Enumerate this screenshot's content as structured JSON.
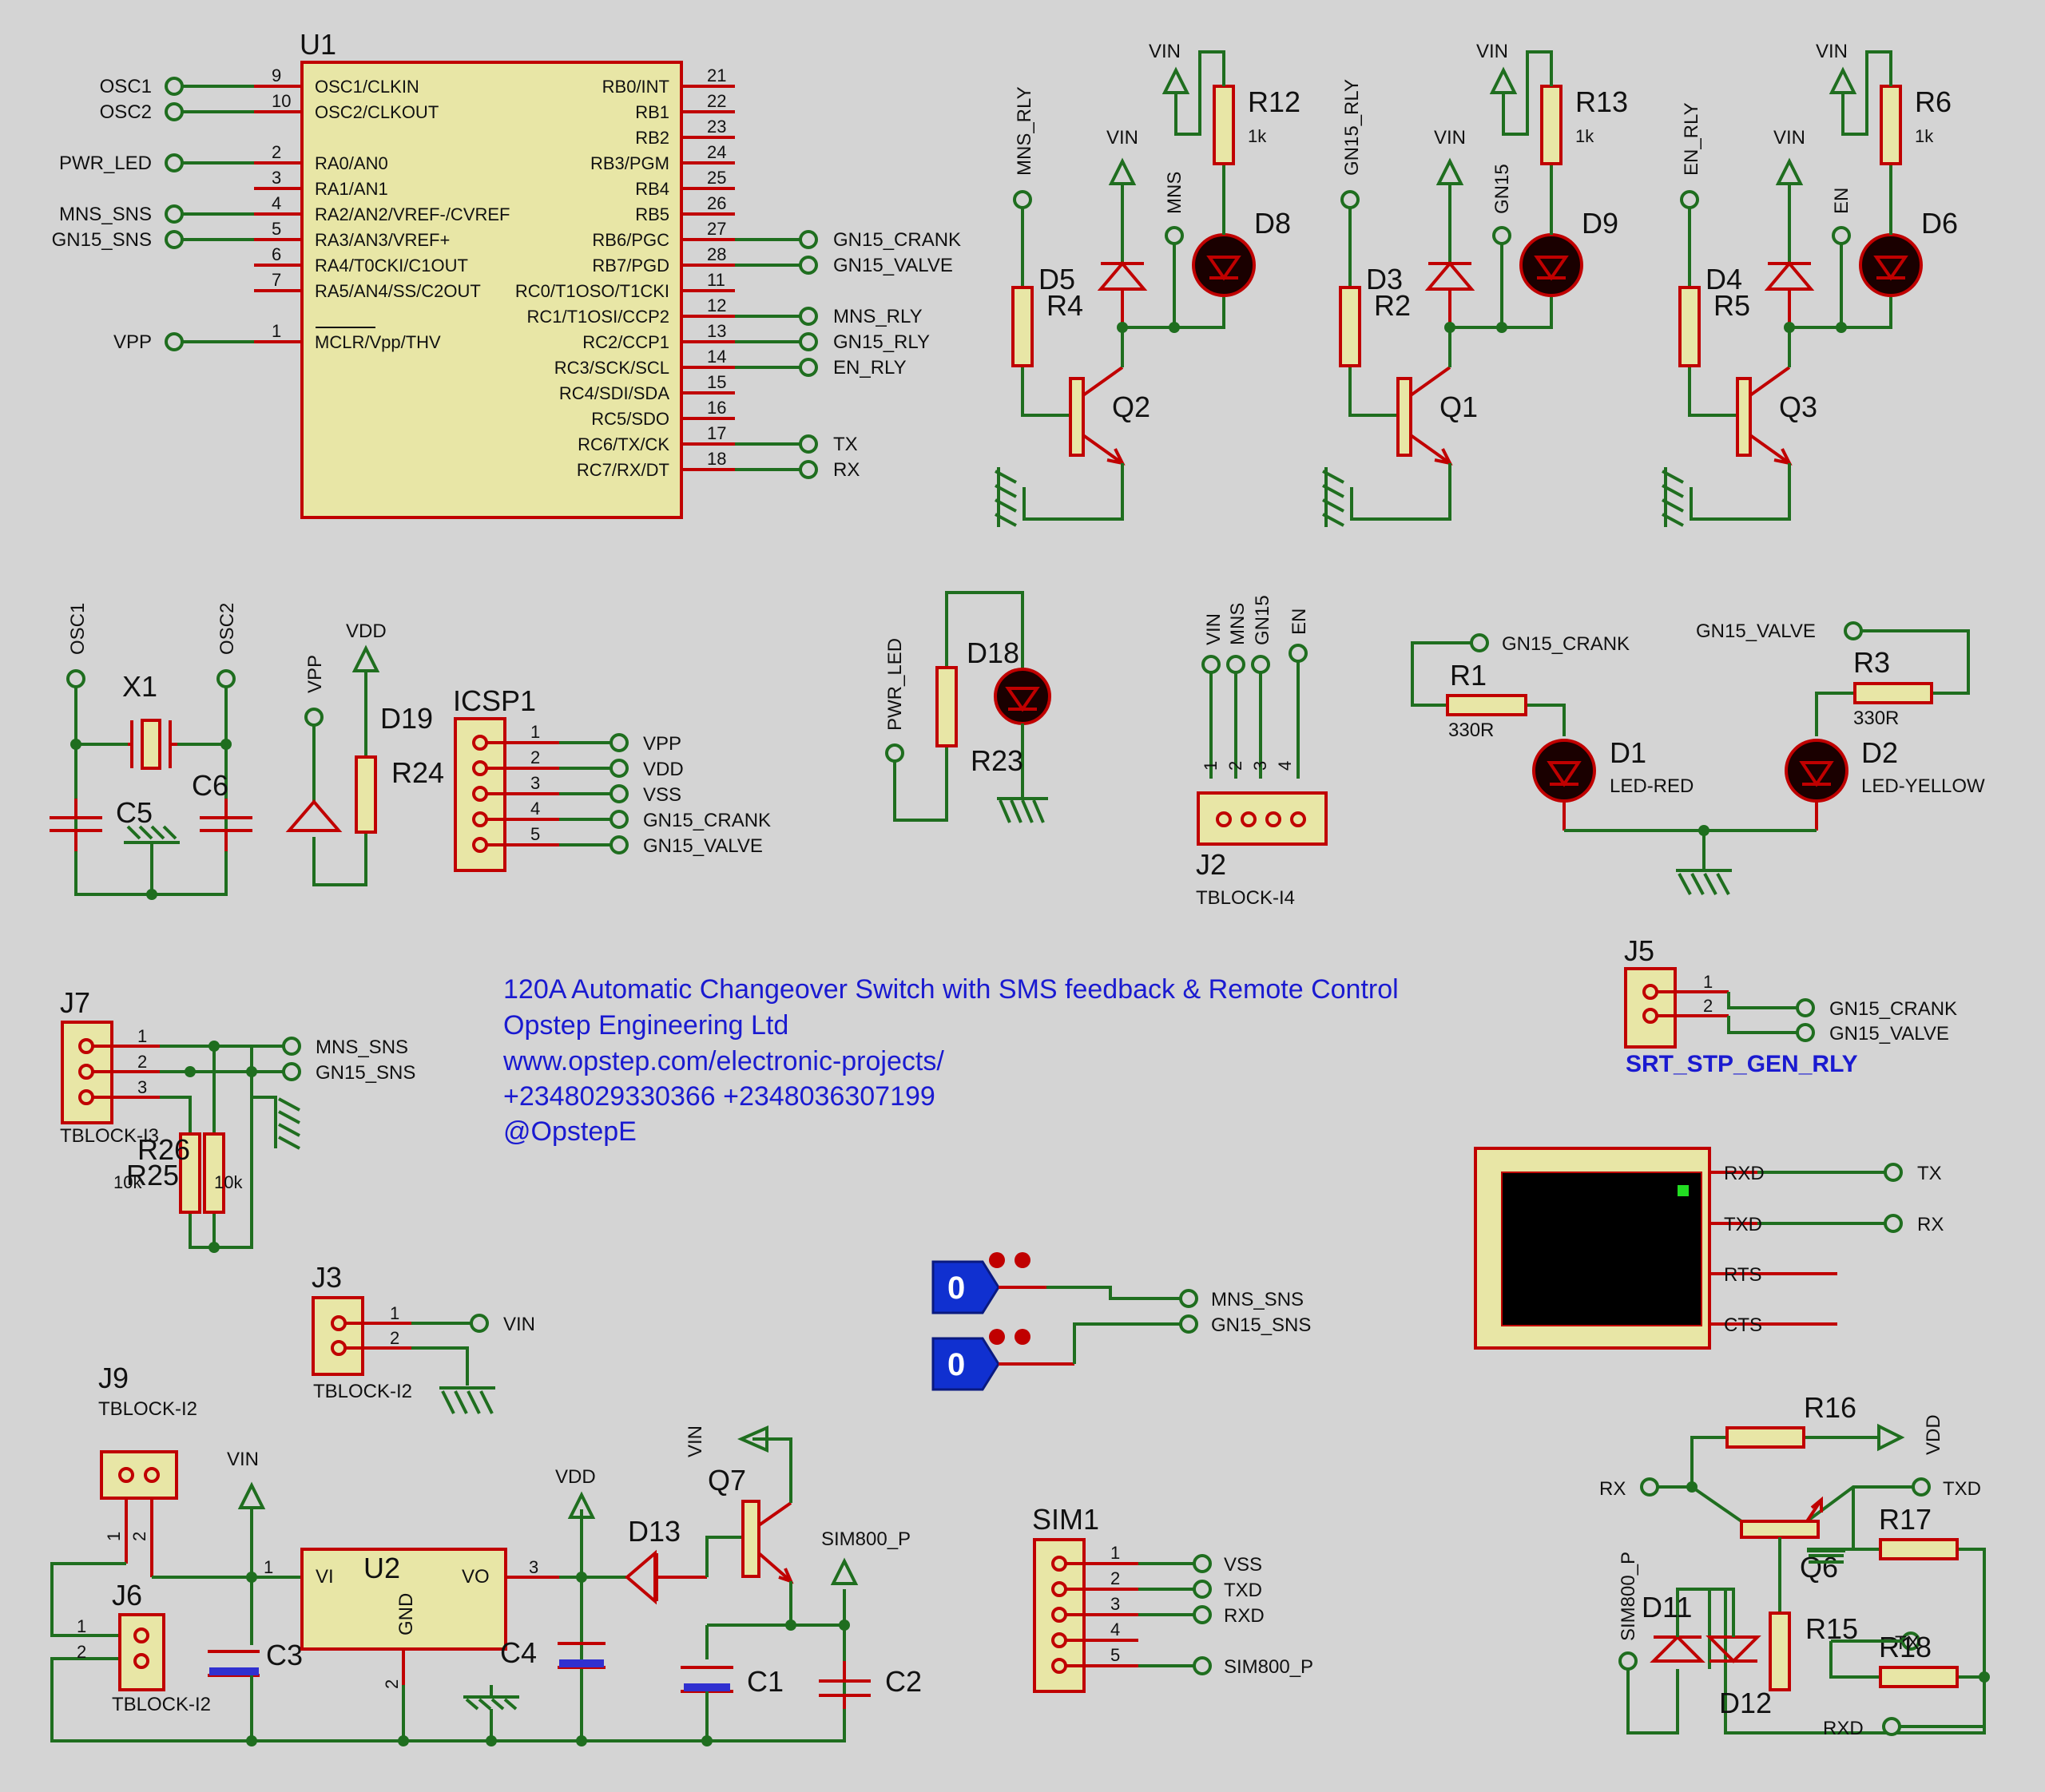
{
  "mcu": {
    "ref": "U1",
    "left_pins": [
      {
        "net": "OSC1",
        "num": "9",
        "name": "OSC1/CLKIN"
      },
      {
        "net": "OSC2",
        "num": "10",
        "name": "OSC2/CLKOUT"
      },
      {
        "net": "PWR_LED",
        "num": "2",
        "name": "RA0/AN0"
      },
      {
        "net": "",
        "num": "3",
        "name": "RA1/AN1"
      },
      {
        "net": "MNS_SNS",
        "num": "4",
        "name": "RA2/AN2/VREF-/CVREF"
      },
      {
        "net": "GN15_SNS",
        "num": "5",
        "name": "RA3/AN3/VREF+"
      },
      {
        "net": "",
        "num": "6",
        "name": "RA4/T0CKI/C1OUT"
      },
      {
        "net": "",
        "num": "7",
        "name": "RA5/AN4/SS/C2OUT"
      },
      {
        "net": "VPP",
        "num": "1",
        "name": "MCLR/Vpp/THV"
      }
    ],
    "right_pins": [
      {
        "num": "21",
        "name": "RB0/INT",
        "net": ""
      },
      {
        "num": "22",
        "name": "RB1",
        "net": ""
      },
      {
        "num": "23",
        "name": "RB2",
        "net": ""
      },
      {
        "num": "24",
        "name": "RB3/PGM",
        "net": ""
      },
      {
        "num": "25",
        "name": "RB4",
        "net": ""
      },
      {
        "num": "26",
        "name": "RB5",
        "net": ""
      },
      {
        "num": "27",
        "name": "RB6/PGC",
        "net": "GN15_CRANK"
      },
      {
        "num": "28",
        "name": "RB7/PGD",
        "net": "GN15_VALVE"
      },
      {
        "num": "11",
        "name": "RC0/T1OSO/T1CKI",
        "net": ""
      },
      {
        "num": "12",
        "name": "RC1/T1OSI/CCP2",
        "net": "MNS_RLY"
      },
      {
        "num": "13",
        "name": "RC2/CCP1",
        "net": "GN15_RLY"
      },
      {
        "num": "14",
        "name": "RC3/SCK/SCL",
        "net": "EN_RLY"
      },
      {
        "num": "15",
        "name": "RC4/SDI/SDA",
        "net": ""
      },
      {
        "num": "16",
        "name": "RC5/SDO",
        "net": ""
      },
      {
        "num": "17",
        "name": "RC6/TX/CK",
        "net": "TX"
      },
      {
        "num": "18",
        "name": "RC7/RX/DT",
        "net": "RX"
      }
    ]
  },
  "relay_drivers": [
    {
      "input": "MNS_RLY",
      "vin1": "VIN",
      "vin2": "VIN",
      "sense": "MNS",
      "res_top": "R12",
      "res_val": "1k",
      "led": "D8",
      "diode": "D5",
      "res_base": "R4",
      "transistor": "Q2"
    },
    {
      "input": "GN15_RLY",
      "vin1": "VIN",
      "vin2": "VIN",
      "sense": "GN15",
      "res_top": "R13",
      "res_val": "1k",
      "led": "D9",
      "diode": "D3",
      "res_base": "R2",
      "transistor": "Q1"
    },
    {
      "input": "EN_RLY",
      "vin1": "VIN",
      "vin2": "VIN",
      "sense": "EN",
      "res_top": "R6",
      "res_val": "1k",
      "led": "D6",
      "diode": "D4",
      "res_base": "R5",
      "transistor": "Q3"
    }
  ],
  "crystal": {
    "osc1": "OSC1",
    "osc2": "OSC2",
    "xtal": "X1",
    "c_left": "C5",
    "c_right": "C6"
  },
  "vpp_circuit": {
    "vpp": "VPP",
    "vdd": "VDD",
    "diode": "D19",
    "res": "R24"
  },
  "icsp": {
    "ref": "ICSP1",
    "pins": [
      {
        "num": "1",
        "net": "VPP"
      },
      {
        "num": "2",
        "net": "VDD"
      },
      {
        "num": "3",
        "net": "VSS"
      },
      {
        "num": "4",
        "net": "GN15_CRANK"
      },
      {
        "num": "5",
        "net": "GN15_VALVE"
      }
    ]
  },
  "pwr_led": {
    "net": "PWR_LED",
    "led": "D18",
    "res": "R23"
  },
  "j2": {
    "ref": "J2",
    "type": "TBLOCK-I4",
    "nets": [
      "VIN",
      "MNS",
      "GN15",
      "EN"
    ],
    "nums": [
      "1",
      "2",
      "3",
      "4"
    ]
  },
  "status_leds": {
    "crank_net": "GN15_CRANK",
    "valve_net": "GN15_VALVE",
    "r1": "R1",
    "r1_val": "330R",
    "r3": "R3",
    "r3_val": "330R",
    "d1": "D1",
    "d1_type": "LED-RED",
    "d2": "D2",
    "d2_type": "LED-YELLOW"
  },
  "j5": {
    "ref": "J5",
    "label": "SRT_STP_GEN_RLY",
    "pins": [
      {
        "num": "1",
        "net": "GN15_CRANK"
      },
      {
        "num": "2",
        "net": "GN15_VALVE"
      }
    ]
  },
  "info": {
    "line1": "120A Automatic Changeover Switch with SMS feedback & Remote Control",
    "line2": "Opstep Engineering Ltd",
    "line3": "www.opstep.com/electronic-projects/",
    "line4": "+2348029330366   +2348036307199",
    "line5": "@OpstepE"
  },
  "j7": {
    "ref": "J7",
    "type": "TBLOCK-I3",
    "pins": [
      {
        "num": "1",
        "net": "MNS_SNS"
      },
      {
        "num": "2",
        "net": "GN15_SNS"
      },
      {
        "num": "3",
        "net": ""
      }
    ],
    "r26": "R26",
    "r25": "R25",
    "r26_val": "10k",
    "r25_val": "10k"
  },
  "terminal": {
    "pins": [
      "RXD",
      "TXD",
      "RTS",
      "CTS"
    ],
    "tx": "TX",
    "rx": "RX",
    "accent": "#22dd22"
  },
  "logic": {
    "probe1": "0",
    "probe2": "0",
    "net1": "MNS_SNS",
    "net2": "GN15_SNS"
  },
  "j3": {
    "ref": "J3",
    "type": "TBLOCK-I2",
    "net": "VIN",
    "nums": [
      "1",
      "2"
    ]
  },
  "power": {
    "j9": "J9",
    "j9_type": "TBLOCK-I2",
    "j6": "J6",
    "j6_type": "TBLOCK-I2",
    "vin": "VIN",
    "vdd": "VDD",
    "u2": "U2",
    "vi": "VI",
    "vo": "VO",
    "gnd": "GND",
    "c3": "C3",
    "c4": "C4",
    "c1": "C1",
    "c2": "C2",
    "d13": "D13",
    "q7": "Q7",
    "q7_vin": "VIN",
    "sim_p": "SIM800_P",
    "pin1": "1",
    "pin2": "2",
    "pin3": "3"
  },
  "sim": {
    "ref": "SIM1",
    "pins": [
      {
        "num": "1",
        "net": "VSS"
      },
      {
        "num": "2",
        "net": "TXD"
      },
      {
        "num": "3",
        "net": "RXD"
      },
      {
        "num": "4",
        "net": ""
      },
      {
        "num": "5",
        "net": "SIM800_P"
      }
    ]
  },
  "level_shift": {
    "r16": "R16",
    "vdd": "VDD",
    "rx": "RX",
    "txd": "TXD",
    "q6": "Q6",
    "r17": "R17",
    "sim_p": "SIM800_P",
    "d11": "D11",
    "d12": "D12",
    "r15": "R15",
    "r18": "R18",
    "tx": "TX",
    "rxd": "RXD"
  },
  "colors": {
    "wire": "#1f6e1f",
    "part": "#c00000",
    "body": "#e8e6a6",
    "text_blue": "#1a1ad0",
    "bg": "#d4d4d4"
  }
}
